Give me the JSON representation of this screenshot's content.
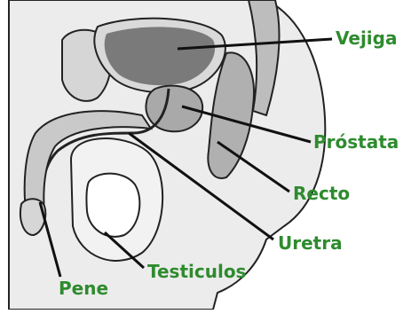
{
  "labels": {
    "vejiga": "Vejiga",
    "prostata": "Próstata",
    "recto": "Recto",
    "uretra": "Uretra",
    "testiculos": "Testiculos",
    "pene": "Pene"
  },
  "colors": {
    "label_text": "#2e8b2e",
    "leader_line": "#111111",
    "tissue_light": "#e6e6e6",
    "tissue_mid": "#c9c9c9",
    "bladder_dark": "#7a7a7a",
    "prostate": "#a9a9a9",
    "outline": "#222222"
  }
}
